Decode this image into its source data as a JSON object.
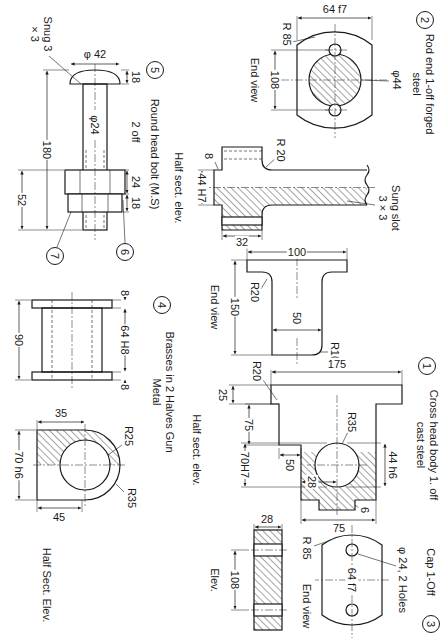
{
  "diagram": {
    "nodes": [
      {
        "text": [
          "2"
        ]
      },
      {
        "text": [
          "1"
        ]
      },
      {
        "text": [
          "3"
        ]
      },
      {
        "text": [
          "5"
        ]
      },
      {
        "text": [
          "6"
        ]
      },
      {
        "text": [
          "7"
        ]
      },
      {
        "text": [
          "4"
        ]
      }
    ],
    "labels": [
      "Rod end 1-off forged steel",
      "φ44",
      "64 f7",
      "R 85",
      "108",
      "End view",
      "Sung slot 3 × 3",
      "R 20",
      "32",
      "8",
      "44 H7",
      "Half sect. elev.",
      "Cross head body 1. off cast steel",
      "100",
      "R10",
      "50",
      "R20",
      "150",
      "End view",
      "44 h6",
      "6",
      "R35",
      "28",
      "75",
      "70H7",
      "175",
      "50",
      "75",
      "R20",
      "25",
      "Half sect. elev.",
      "Cap 1-Off",
      "φ 24, 2 Holes",
      "64 f7",
      "R 85",
      "End view",
      "28",
      "108",
      "Elev.",
      "Round head bolt (M.S)",
      "φ 42",
      "18",
      "2 off",
      "φ24",
      "Snug 3 × 3",
      "24",
      "18",
      "180",
      "52",
      "Brasses in 2 Halves Gun Metal",
      "8",
      "64 H8",
      "8",
      "90",
      "R25",
      "R35",
      "35",
      "45",
      "70 h6",
      "Half Sect. Elev."
    ]
  }
}
